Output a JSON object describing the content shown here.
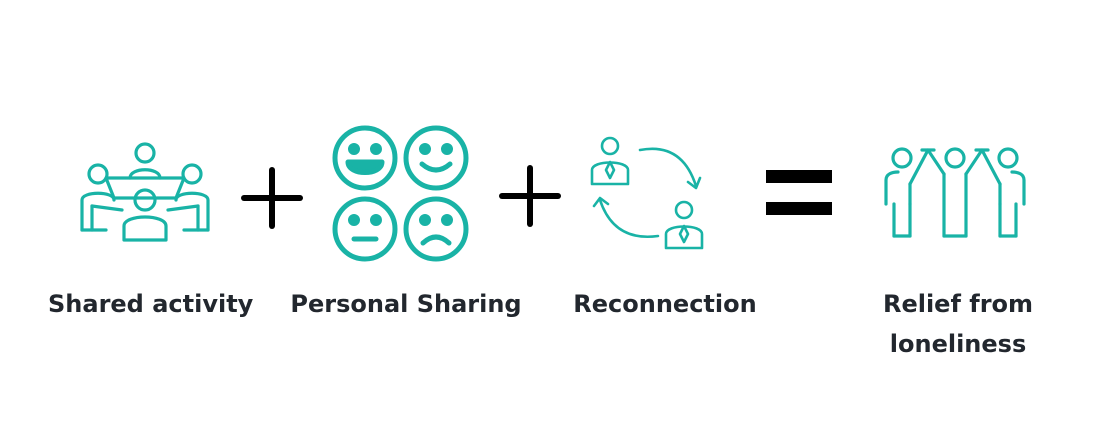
{
  "colors": {
    "icon": "#19B3A6",
    "operator": "#000000",
    "text": "#22272e",
    "background": "#ffffff"
  },
  "steps": [
    {
      "icon": "meeting-table-icon",
      "label": "Shared activity"
    },
    {
      "icon": "four-emotion-faces-icon",
      "label": "Personal Sharing"
    },
    {
      "icon": "reconnection-cycle-icon",
      "label": "Reconnection"
    },
    {
      "icon": "raised-hands-group-icon",
      "label_lines": [
        "Relief from",
        "loneliness"
      ]
    }
  ],
  "operators": [
    "+",
    "+",
    "="
  ]
}
